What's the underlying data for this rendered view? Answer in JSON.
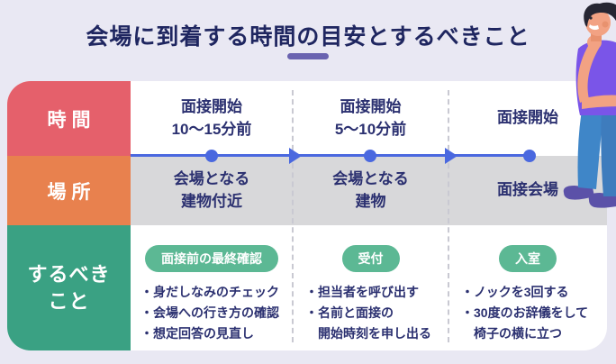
{
  "page": {
    "title": "会場に到着する時間の目安とするべきこと"
  },
  "colors": {
    "page_bg": "#E9E8F3",
    "card_bg": "#FFFFFF",
    "title_text": "#1F2660",
    "title_underline": "#6A63B0",
    "row_time_label": "#E5606B",
    "row_place_label": "#E8814E",
    "row_todo_label": "#3AA183",
    "place_row_bg": "#D8D8DA",
    "timeline_blue": "#4A68DF",
    "badge_green": "#5CB894",
    "body_text": "#2B3070"
  },
  "table": {
    "bullet": "・",
    "rows": [
      {
        "label": "時間"
      },
      {
        "label": "場所"
      },
      {
        "label": "するべき\nこと"
      }
    ],
    "time_cells": [
      "面接開始\n10〜15分前",
      "面接開始\n5〜10分前",
      "面接開始"
    ],
    "place_cells": [
      "会場となる\n建物付近",
      "会場となる\n建物",
      "面接会場"
    ],
    "todo_cells": [
      {
        "badge": "面接前の最終確認",
        "items": [
          "身だしなみのチェック",
          "会場への行き方の確認",
          "想定回答の見直し"
        ]
      },
      {
        "badge": "受付",
        "items": [
          "担当者を呼び出す",
          "名前と面接の\n開始時刻を申し出る"
        ]
      },
      {
        "badge": "入室",
        "items": [
          "ノックを3回する",
          "30度のお辞儀をして\n椅子の横に立つ"
        ]
      }
    ]
  },
  "illustration": {
    "name": "thinking-man"
  }
}
